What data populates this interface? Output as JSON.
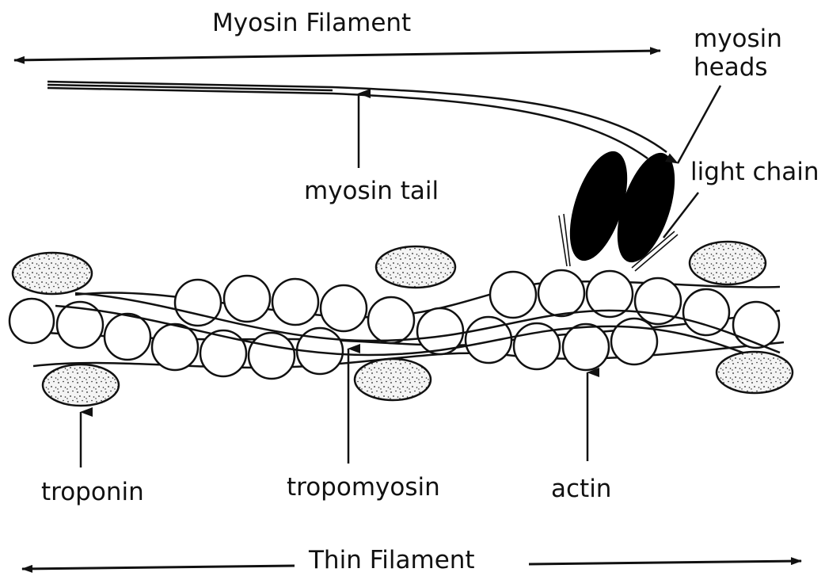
{
  "labels": {
    "myosin_filament": "Myosin Filament",
    "myosin_heads_line1": "myosin",
    "myosin_heads_line2": "heads",
    "light_chain": "light chain",
    "myosin_tail": "myosin tail",
    "troponin": "troponin",
    "tropomyosin": "tropomyosin",
    "actin": "actin",
    "thin_filament": "Thin Filament"
  },
  "colors": {
    "ink": "#111111",
    "background": "#ffffff",
    "myosin_head_fill": "#000000",
    "troponin_fill": "#e6e6e6"
  }
}
